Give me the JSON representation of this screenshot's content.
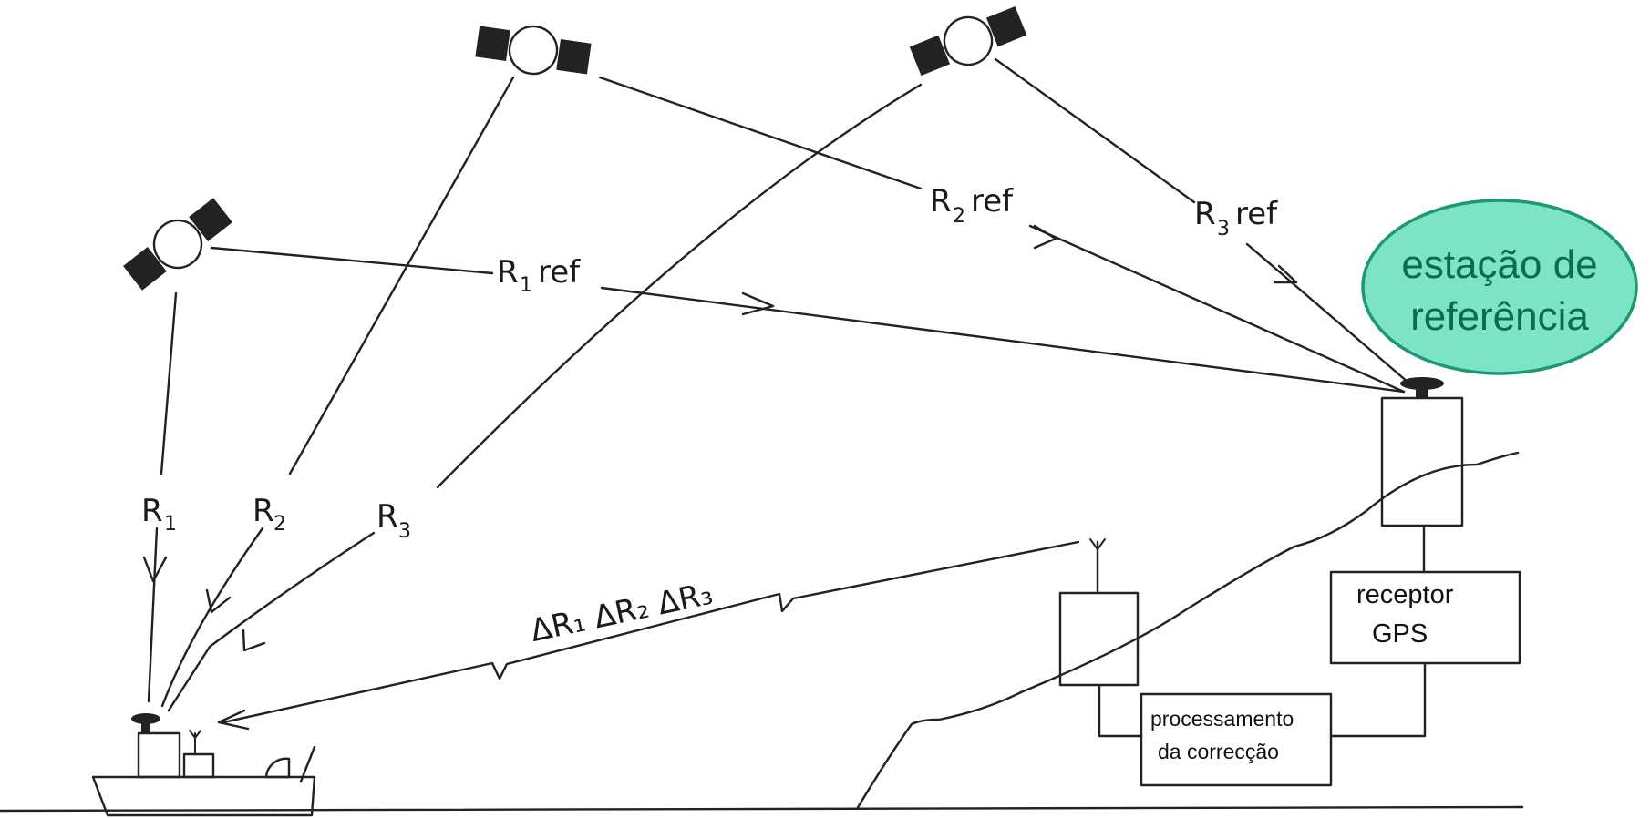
{
  "labels": {
    "r1": "R",
    "r1_sub": "1",
    "r2": "R",
    "r2_sub": "2",
    "r3": "R",
    "r3_sub": "3",
    "r1ref_r": "R",
    "r1ref_sub": "1",
    "r1ref_ref": "ref",
    "r2ref_r": "R",
    "r2ref_sub": "2",
    "r2ref_ref": "ref",
    "r3ref_r": "R",
    "r3ref_sub": "3",
    "r3ref_ref": "ref",
    "delta": "ΔR₁ ΔR₂ ΔR₃"
  },
  "boxes": {
    "receptor_line1": "receptor",
    "receptor_line2": "GPS",
    "processamento_line1": "processamento",
    "processamento_line2": "da correcção"
  },
  "callout": {
    "line1": "estação de",
    "line2": "referência",
    "fill": "#7de3c6",
    "border": "#1a9a6e",
    "text_color": "#0c6b4e"
  },
  "icons": {
    "satellite": "satellite-icon",
    "antenna": "antenna-icon",
    "ship": "ship-icon"
  }
}
